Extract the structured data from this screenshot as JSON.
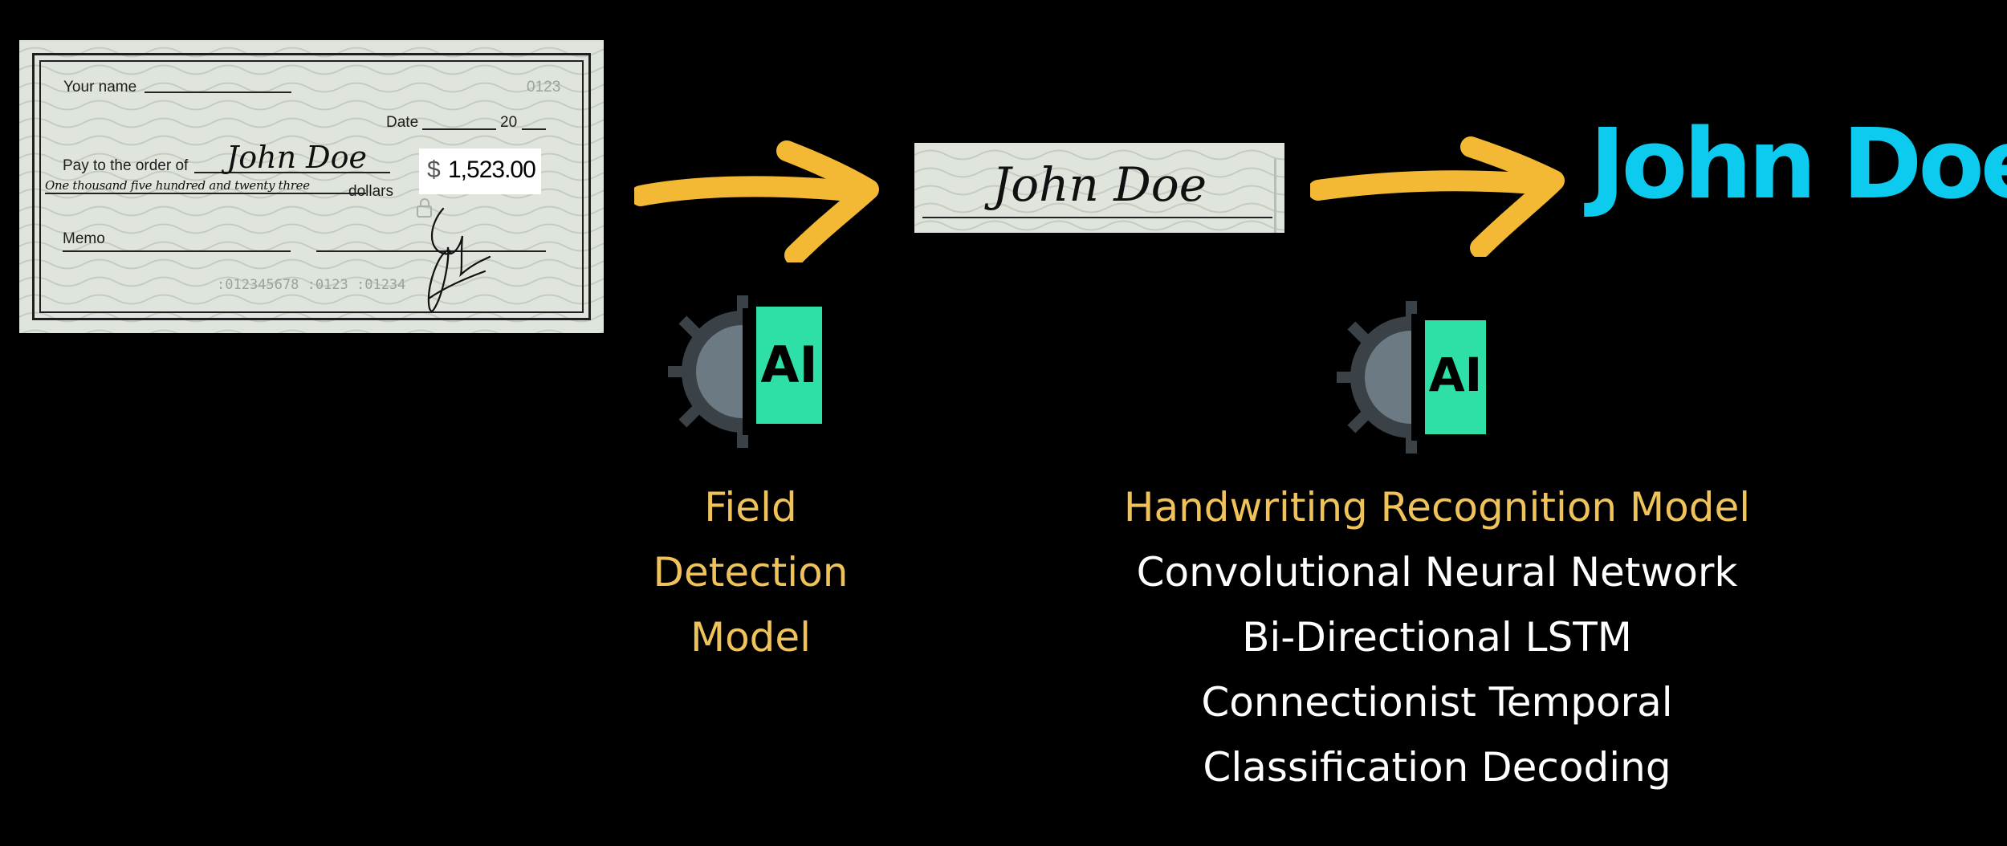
{
  "cheque": {
    "your_name_label": "Your name",
    "check_number_top": "0123",
    "date_label": "Date",
    "year_prefix": "20",
    "pay_to_label": "Pay to the order of",
    "payee_handwritten": "John Doe",
    "amount_words_handwritten": "One thousand five hundred and twenty three",
    "dollars_label": "dollars",
    "amount_symbol": "$",
    "amount_value": "1,523.00",
    "memo_label": "Memo",
    "micr_line": ":012345678  :0123  :01234"
  },
  "cropped_field": {
    "name_handwritten": "John Doe"
  },
  "result": {
    "recognized_text": "John Doe"
  },
  "models": {
    "field_detection": {
      "title_lines": [
        "Field",
        "Detection",
        "Model"
      ]
    },
    "handwriting_recognition": {
      "title": "Handwriting Recognition Model",
      "components": [
        "Convolutional Neural Network",
        "Bi-Directional LSTM",
        "Connectionist Temporal",
        "Classification Decoding"
      ]
    }
  },
  "icons": {
    "arrow_1": "arrow-right-icon",
    "arrow_2": "arrow-right-icon",
    "ai_1": "ai-gear-icon",
    "ai_2": "ai-gear-icon",
    "ai_text": "AI"
  },
  "colors": {
    "background": "#000000",
    "arrow": "#f3b934",
    "result_text": "#0ccbef",
    "model_title": "#f0c35a",
    "model_component": "#ffffff",
    "ai_panel": "#2ee0a8",
    "gear": "#3a4248"
  }
}
